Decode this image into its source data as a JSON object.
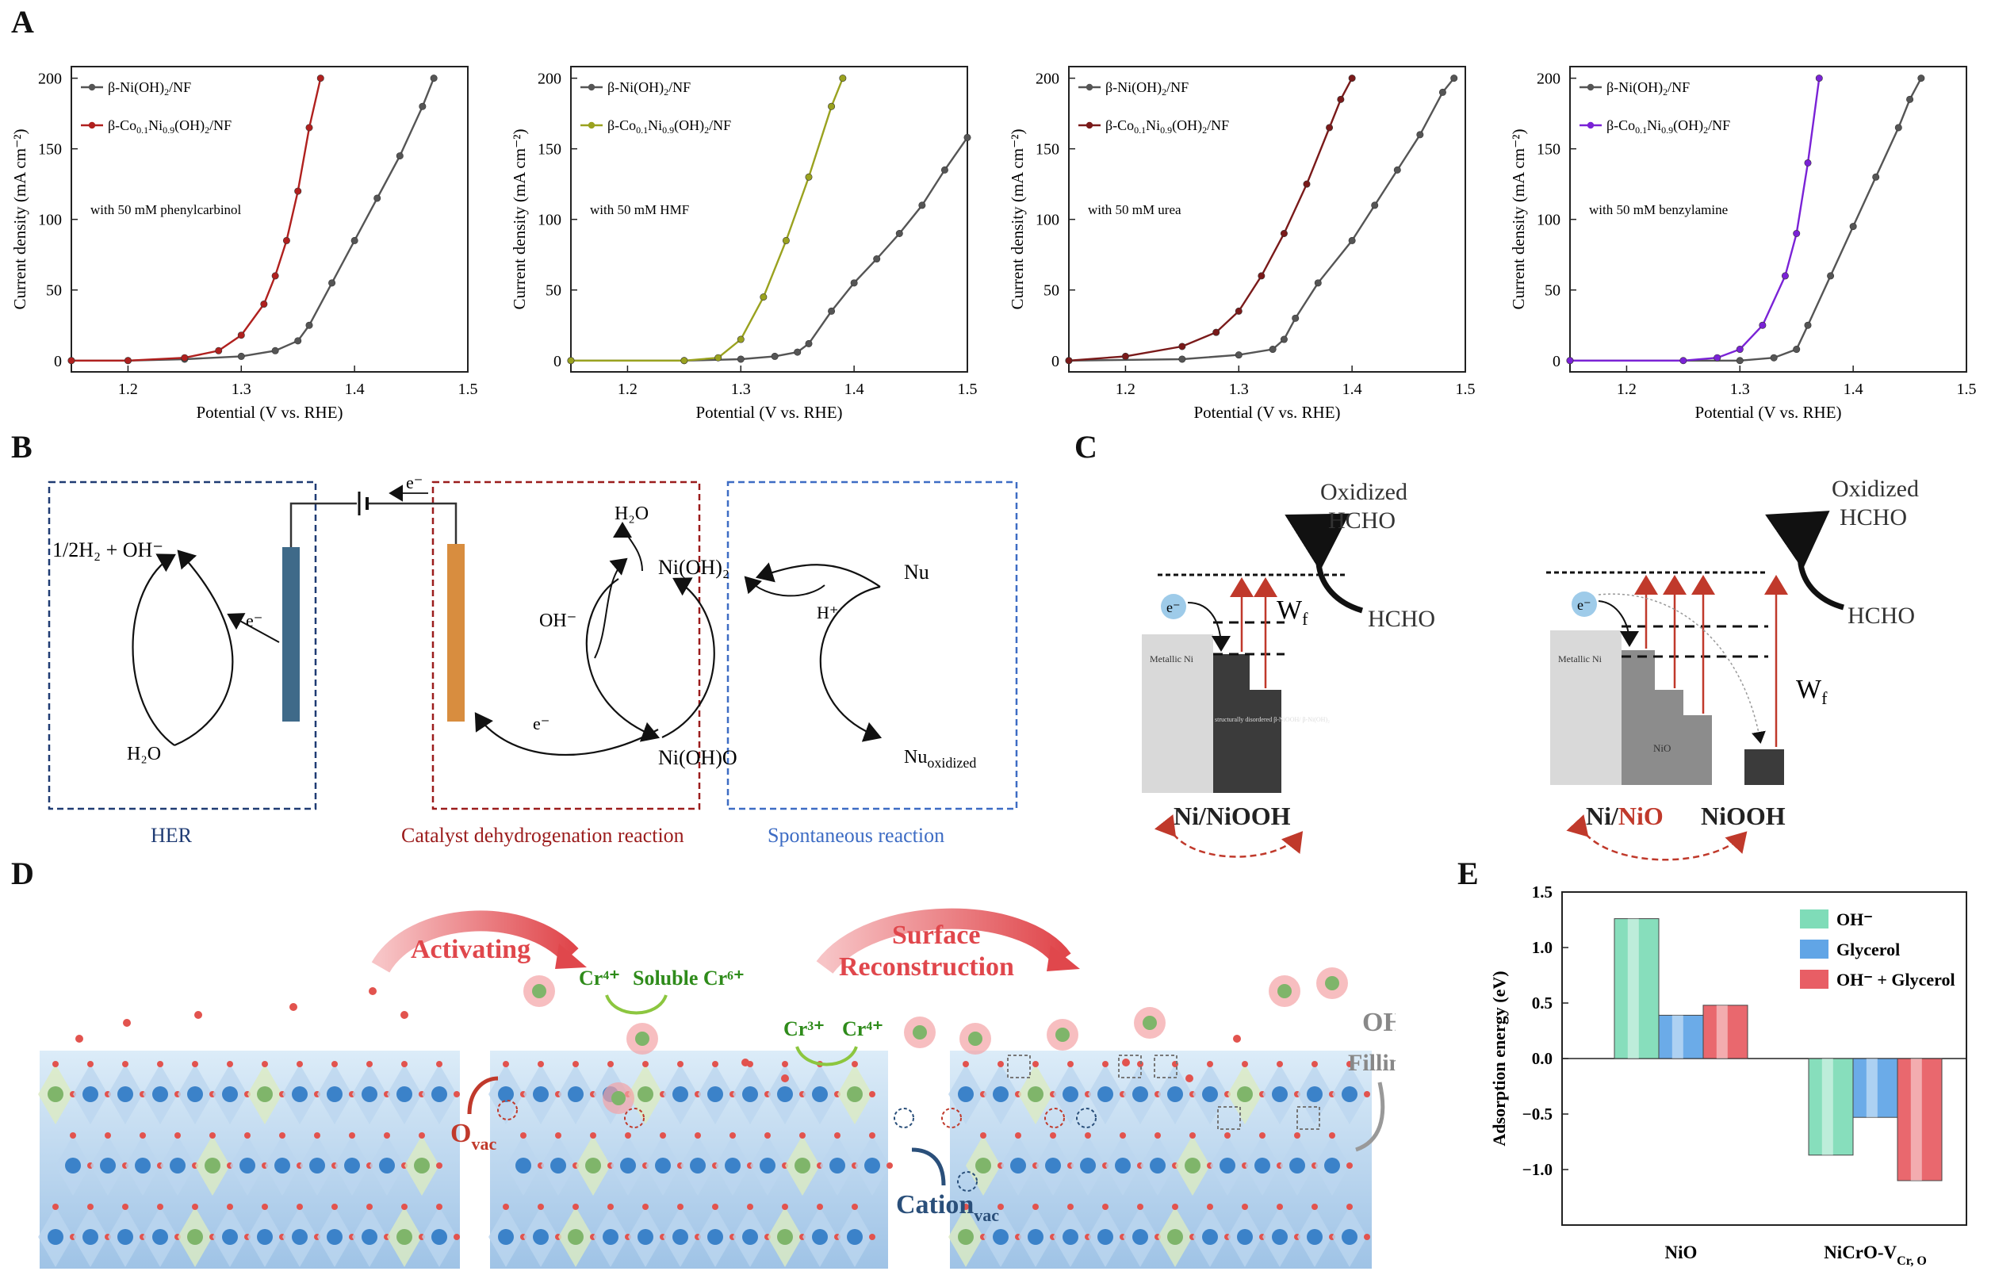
{
  "panel_labels": {
    "A": "A",
    "B": "B",
    "C": "C",
    "D": "D",
    "E": "E"
  },
  "chart_data": [
    {
      "type": "line",
      "panel": "A1",
      "xlabel": "Potential (V vs. RHE)",
      "ylabel": "Current density (mA cm⁻²)",
      "xlim": [
        1.15,
        1.5
      ],
      "ylim": [
        0,
        200
      ],
      "xticks": [
        1.2,
        1.3,
        1.4,
        1.5
      ],
      "yticks": [
        0,
        50,
        100,
        150,
        200
      ],
      "annotation": "with 50 mM phenylcarbinol",
      "series": [
        {
          "name": "β-Ni(OH)₂/NF",
          "color": "#555555",
          "x": [
            1.15,
            1.2,
            1.25,
            1.3,
            1.33,
            1.35,
            1.36,
            1.38,
            1.4,
            1.42,
            1.44,
            1.46,
            1.47
          ],
          "y": [
            0,
            0,
            1,
            3,
            7,
            14,
            25,
            55,
            85,
            115,
            145,
            180,
            200
          ]
        },
        {
          "name": "β-Co₀.₁Ni₀.₉(OH)₂/NF",
          "color": "#b0201e",
          "x": [
            1.15,
            1.2,
            1.25,
            1.28,
            1.3,
            1.32,
            1.33,
            1.34,
            1.35,
            1.36,
            1.37
          ],
          "y": [
            0,
            0,
            2,
            7,
            18,
            40,
            60,
            85,
            120,
            165,
            200
          ]
        }
      ]
    },
    {
      "type": "line",
      "panel": "A2",
      "xlabel": "Potential (V vs. RHE)",
      "ylabel": "Current density (mA cm⁻²)",
      "xlim": [
        1.15,
        1.5
      ],
      "ylim": [
        0,
        200
      ],
      "xticks": [
        1.2,
        1.3,
        1.4,
        1.5
      ],
      "yticks": [
        0,
        50,
        100,
        150,
        200
      ],
      "annotation": "with 50 mM HMF",
      "series": [
        {
          "name": "β-Ni(OH)₂/NF",
          "color": "#555555",
          "x": [
            1.15,
            1.25,
            1.3,
            1.33,
            1.35,
            1.36,
            1.38,
            1.4,
            1.42,
            1.44,
            1.46,
            1.48,
            1.5
          ],
          "y": [
            0,
            0,
            1,
            3,
            6,
            12,
            35,
            55,
            72,
            90,
            110,
            135,
            158
          ]
        },
        {
          "name": "β-Co₀.₁Ni₀.₉(OH)₂/NF",
          "color": "#9aa21f",
          "x": [
            1.15,
            1.25,
            1.28,
            1.3,
            1.32,
            1.34,
            1.36,
            1.38,
            1.39
          ],
          "y": [
            0,
            0,
            2,
            15,
            45,
            85,
            130,
            180,
            200
          ]
        }
      ]
    },
    {
      "type": "line",
      "panel": "A3",
      "xlabel": "Potential (V vs. RHE)",
      "ylabel": "Current density (mA cm⁻²)",
      "xlim": [
        1.15,
        1.5
      ],
      "ylim": [
        0,
        200
      ],
      "xticks": [
        1.2,
        1.3,
        1.4,
        1.5
      ],
      "yticks": [
        0,
        50,
        100,
        150,
        200
      ],
      "annotation": "with 50 mM urea",
      "series": [
        {
          "name": "β-Ni(OH)₂/NF",
          "color": "#555555",
          "x": [
            1.15,
            1.25,
            1.3,
            1.33,
            1.34,
            1.35,
            1.37,
            1.4,
            1.42,
            1.44,
            1.46,
            1.48,
            1.49
          ],
          "y": [
            0,
            1,
            4,
            8,
            15,
            30,
            55,
            85,
            110,
            135,
            160,
            190,
            200
          ]
        },
        {
          "name": "β-Co₀.₁Ni₀.₉(OH)₂/NF",
          "color": "#7a1a1a",
          "x": [
            1.15,
            1.2,
            1.25,
            1.28,
            1.3,
            1.32,
            1.34,
            1.36,
            1.38,
            1.39,
            1.4
          ],
          "y": [
            0,
            3,
            10,
            20,
            35,
            60,
            90,
            125,
            165,
            185,
            200
          ]
        }
      ]
    },
    {
      "type": "line",
      "panel": "A4",
      "xlabel": "Potential (V vs. RHE)",
      "ylabel": "Current density (mA cm⁻²)",
      "xlim": [
        1.15,
        1.5
      ],
      "ylim": [
        0,
        200
      ],
      "xticks": [
        1.2,
        1.3,
        1.4,
        1.5
      ],
      "yticks": [
        0,
        50,
        100,
        150,
        200
      ],
      "annotation": "with 50 mM benzylamine",
      "series": [
        {
          "name": "β-Ni(OH)₂/NF",
          "color": "#555555",
          "x": [
            1.15,
            1.3,
            1.33,
            1.35,
            1.36,
            1.38,
            1.4,
            1.42,
            1.44,
            1.45,
            1.46
          ],
          "y": [
            0,
            0,
            2,
            8,
            25,
            60,
            95,
            130,
            165,
            185,
            200
          ]
        },
        {
          "name": "β-Co₀.₁Ni₀.₉(OH)₂/NF",
          "color": "#7a22d6",
          "x": [
            1.15,
            1.25,
            1.28,
            1.3,
            1.32,
            1.34,
            1.35,
            1.36,
            1.37
          ],
          "y": [
            0,
            0,
            2,
            8,
            25,
            60,
            90,
            140,
            200
          ]
        }
      ]
    },
    {
      "type": "bar",
      "panel": "E",
      "categories": [
        "NiO",
        "NiCrO-V"
      ],
      "category_sub": [
        "",
        "Cr, O"
      ],
      "ylabel": "Adsorption energy (eV)",
      "ylim": [
        -1.5,
        1.5
      ],
      "yticks": [
        -1.5,
        -1.0,
        -0.5,
        0.0,
        0.5,
        1.0,
        1.5
      ],
      "ytick_labels": [
        "",
        "−1.0",
        "−0.5",
        "0.0",
        "0.5",
        "1.0",
        "1.5"
      ],
      "series": [
        {
          "name": "OH⁻",
          "color": "#5fd3a6",
          "values": [
            1.26,
            -0.87
          ]
        },
        {
          "name": "Glycerol",
          "color": "#3a8fe0",
          "values": [
            0.39,
            -0.53
          ]
        },
        {
          "name": "OH⁻ + Glycerol",
          "color": "#e2363e",
          "values": [
            0.48,
            -1.1
          ]
        }
      ]
    }
  ],
  "panel_B": {
    "her_label": "HER",
    "catalyst_label": "Catalyst dehydrogenation reaction",
    "spont_label": "Spontaneous reaction",
    "h2": "1/2H₂ + OH⁻",
    "h2o_left": "H₂O",
    "e_left": "e⁻",
    "e_top": "e⁻",
    "h2o_top": "H₂O",
    "nioh2": "Ni(OH)₂",
    "oh": "OH⁻",
    "e_mid": "e⁻",
    "niooh": "Ni(OH)O",
    "h_plus": "H⁺",
    "nu": "Nu",
    "nu_ox": "Nu",
    "nu_ox_sub": "oxidized"
  },
  "panel_C": {
    "left_oxidized": "Oxidized",
    "left_hcho_top": "HCHO",
    "left_hcho": "HCHO",
    "left_e": "e⁻",
    "left_wf": "W",
    "left_wf_sub": "f",
    "left_metal": "Metallic Ni",
    "left_disordered": "structurally disordered β-NiOOH/ β-Ni(OH)₂",
    "left_bottom": "Ni/NiOOH",
    "right_oxidized": "Oxidized",
    "right_hcho_top": "HCHO",
    "right_hcho": "HCHO",
    "right_e": "e⁻",
    "right_wf": "W",
    "right_wf_sub": "f",
    "right_metal": "Metallic Ni",
    "right_nio": "NiO",
    "right_bottom_ni": "Ni/",
    "right_bottom_nio": "NiO",
    "right_bottom_niooh": "NiOOH",
    "colors": {
      "red": "#c0392b",
      "metal": "#d9d9d9",
      "dark": "#3b3b3b",
      "mid": "#8c8c8c"
    }
  },
  "panel_D": {
    "activating": "Activating",
    "surface_1": "Surface",
    "surface_2": "Reconstruction",
    "cr4": "Cr⁴⁺",
    "soluble": "Soluble Cr⁶⁺",
    "cr3": "Cr³⁺",
    "cr4b": "Cr⁴⁺",
    "ovac": "O",
    "ovac_sub": "vac",
    "cation": "Cation",
    "cation_sub": "vac",
    "oh": "OH",
    "filling": "Filling",
    "colors": {
      "red_text": "#e0474c",
      "green_text": "#2e8b1a",
      "navy_text": "#2a4f7a",
      "grey_text": "#888888"
    }
  }
}
